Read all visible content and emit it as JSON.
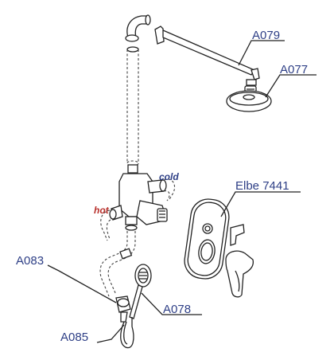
{
  "labels": {
    "a079": "A079",
    "a077": "A077",
    "elbe": "Elbe 7441",
    "a083": "A083",
    "a078": "A078",
    "a085": "A085"
  },
  "flow": {
    "hot": "hot",
    "cold": "cold"
  },
  "colors": {
    "label": "#2e3f86",
    "hot": "#b8312c",
    "cold": "#2e3f86",
    "line": "#222222"
  }
}
